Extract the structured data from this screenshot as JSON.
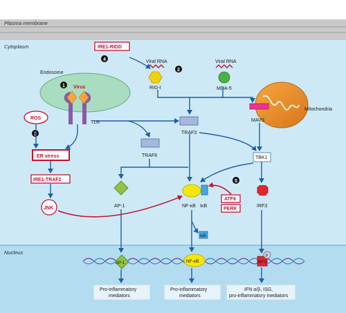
{
  "regions": {
    "membrane": "Plasma membrane",
    "cytoplasm": "Cytoplasm",
    "nucleus": "Nucleus"
  },
  "numbers": {
    "n1": "1",
    "n2": "2",
    "n3": "3",
    "n4": "4",
    "n5": "5"
  },
  "nodes": {
    "ire1_ridd": "IRE1-RIDD",
    "viral_rna_1": "Viral RNA",
    "viral_rna_2": "Viral RNA",
    "rig_i": "RIG-I",
    "mda5": "MDA-5",
    "endosome": "Endosome",
    "virus": "Virus",
    "mitochondria": "Mitochondria",
    "ros": "ROS",
    "tlr": "TLR",
    "traf3": "TRAF3",
    "mavs": "MAVS",
    "er_stress": "ER stress",
    "traf6": "TRAF6",
    "tbk1": "TBK1",
    "ire1_traf2": "IRE1-TRAF2",
    "atf6": "ATF6",
    "perk": "PERK",
    "jnk": "JNK",
    "ap1": "AP-1",
    "nfkb": "NF-κB",
    "ikb": "IκB",
    "irf3": "IRF3",
    "ikb_free": "IκB",
    "ap1_nuc": "AP-1",
    "nfkb_nuc": "NF-κB",
    "irf3_nuc": "IRF3",
    "p": "P",
    "out1_a": "Pro-inflammatory",
    "out1_b": "mediators",
    "out2_a": "Pro-inflammatory",
    "out2_b": "mediators",
    "out3_a": "IFN α/β, ISG,",
    "out3_b": "pro-inflammatory mediators"
  },
  "colors": {
    "cytoplasm": "#cde9f6",
    "nucleus": "#b4dcf0",
    "membrane": "#c9c9c9",
    "arrow": "#1d5fa8",
    "stress": "#c8102e"
  }
}
